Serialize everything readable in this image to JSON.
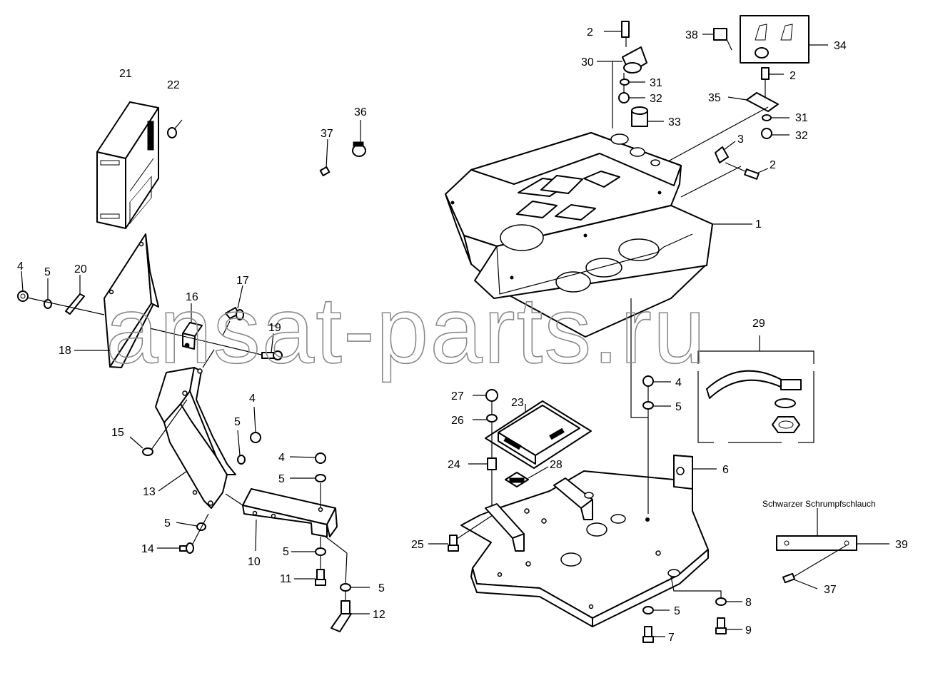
{
  "watermark": "ansat-parts.ru",
  "note": "Schwarzer Schrumpfschlauch",
  "labels": {
    "p1": "1",
    "p2": "2",
    "p3": "3",
    "p4": "4",
    "p5": "5",
    "p6": "6",
    "p7": "7",
    "p8": "8",
    "p9": "9",
    "p10": "10",
    "p11": "11",
    "p12": "12",
    "p13": "13",
    "p14": "14",
    "p15": "15",
    "p16": "16",
    "p17": "17",
    "p18": "18",
    "p19": "19",
    "p20": "20",
    "p21": "21",
    "p22": "22",
    "p23": "23",
    "p24": "24",
    "p25": "25",
    "p26": "26",
    "p27": "27",
    "p28": "28",
    "p29": "29",
    "p30": "30",
    "p31": "31",
    "p32": "32",
    "p33": "33",
    "p34": "34",
    "p35": "35",
    "p36": "36",
    "p37": "37",
    "p38": "38",
    "p39": "39"
  }
}
